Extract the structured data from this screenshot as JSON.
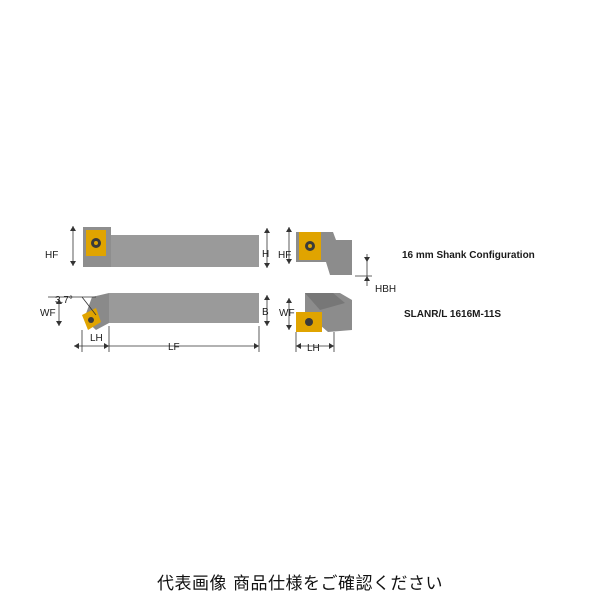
{
  "labels": {
    "hf_top": "HF",
    "h": "H",
    "hf_side": "HF",
    "hbh": "HBH",
    "angle": "3.7°",
    "wf_top": "WF",
    "b": "B",
    "wf_side": "WF",
    "lh_top": "LH",
    "lf": "LF",
    "lh_side": "LH"
  },
  "config_title": "16 mm Shank Configuration",
  "part_number": "SLANR/L 1616M-11S",
  "caption": "代表画像 商品仕様をご確認ください",
  "colors": {
    "shank": "#9a9a9a",
    "shank_dark": "#7d7d7d",
    "insert": "#e0a400",
    "insert_dark": "#8a6a00"
  }
}
